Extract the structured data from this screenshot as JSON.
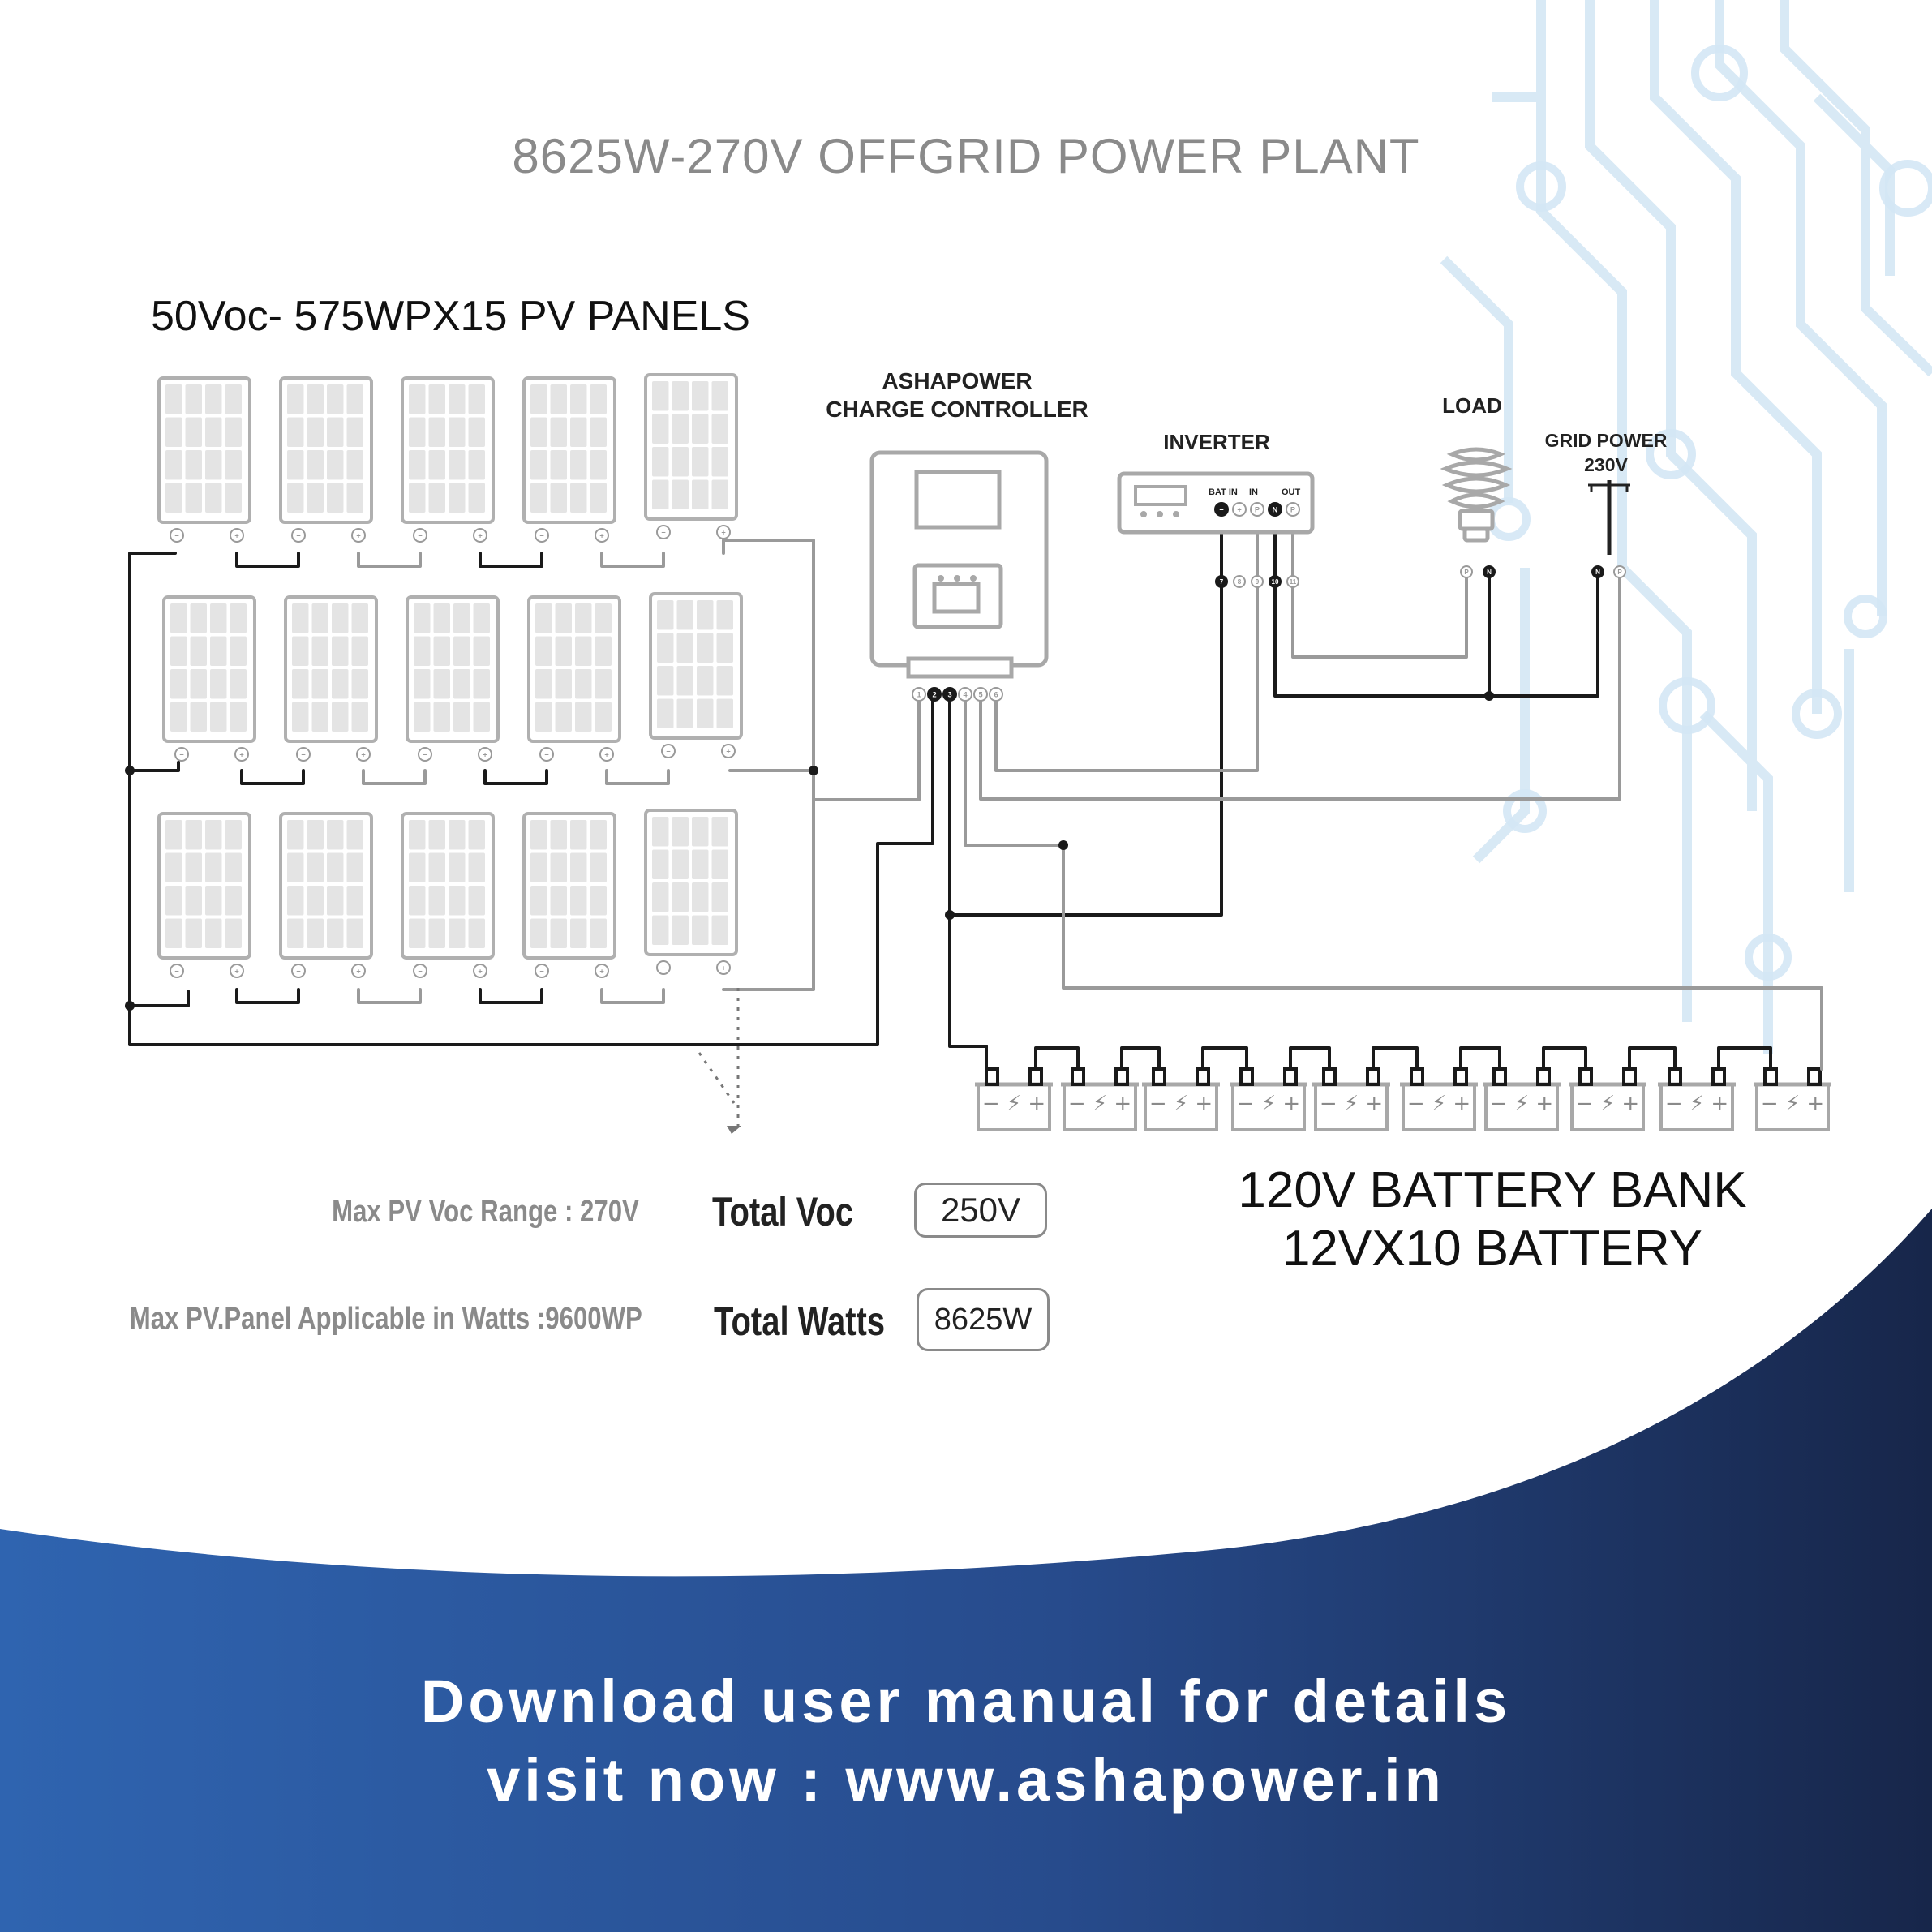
{
  "title": "8625W-270V OFFGRID POWER PLANT",
  "pv_array": {
    "heading": "50Voc- 575WPX15 PV PANELS",
    "rows": 3,
    "panels_per_row": 5
  },
  "charge_controller": {
    "label_line1": "ASHAPOWER",
    "label_line2": "CHARGE CONTROLLER",
    "terminals": [
      "1",
      "2",
      "3",
      "4",
      "5",
      "6"
    ]
  },
  "inverter": {
    "label": "INVERTER",
    "port_labels": [
      "BAT IN",
      "IN",
      "OUT"
    ],
    "top_terminals": [
      "−",
      "+",
      "P",
      "N",
      "P"
    ],
    "bottom_terminals": [
      "7",
      "8",
      "9",
      "10",
      "11"
    ]
  },
  "load": {
    "label": "LOAD",
    "terminals": [
      "P",
      "N"
    ]
  },
  "grid_power": {
    "label_line1": "GRID POWER",
    "label_line2": "230V",
    "terminals": [
      "N",
      "P"
    ]
  },
  "battery_bank": {
    "title_line1": "120V BATTERY BANK",
    "title_line2": "12VX10 BATTERY",
    "count": 10,
    "symbol": "− ⚡ +"
  },
  "specs": {
    "max_voc_label": "Max PV Voc Range : 270V",
    "max_watts_label": "Max PV.Panel Applicable in Watts :9600WP",
    "total_voc_label": "Total Voc",
    "total_voc_value": "250V",
    "total_watts_label": "Total Watts",
    "total_watts_value": "8625W"
  },
  "cta": {
    "line1": "Download user manual for details",
    "line2": "visit now : www.ashapower.in"
  },
  "colors": {
    "wire_dark": "#1a1a1a",
    "wire_grey": "#9a9a9a",
    "panel_fill": "#e6e6e6",
    "panel_stroke": "#a8a8a8",
    "circuit_lines": "#d3e8f6",
    "wave_light": "#2f5ea8",
    "wave_dark": "#1a2a4e"
  },
  "icons": {
    "panel": "solar-panel-icon",
    "battery": "battery-icon",
    "load": "cfl-bulb-icon",
    "grid": "power-pole-icon"
  }
}
